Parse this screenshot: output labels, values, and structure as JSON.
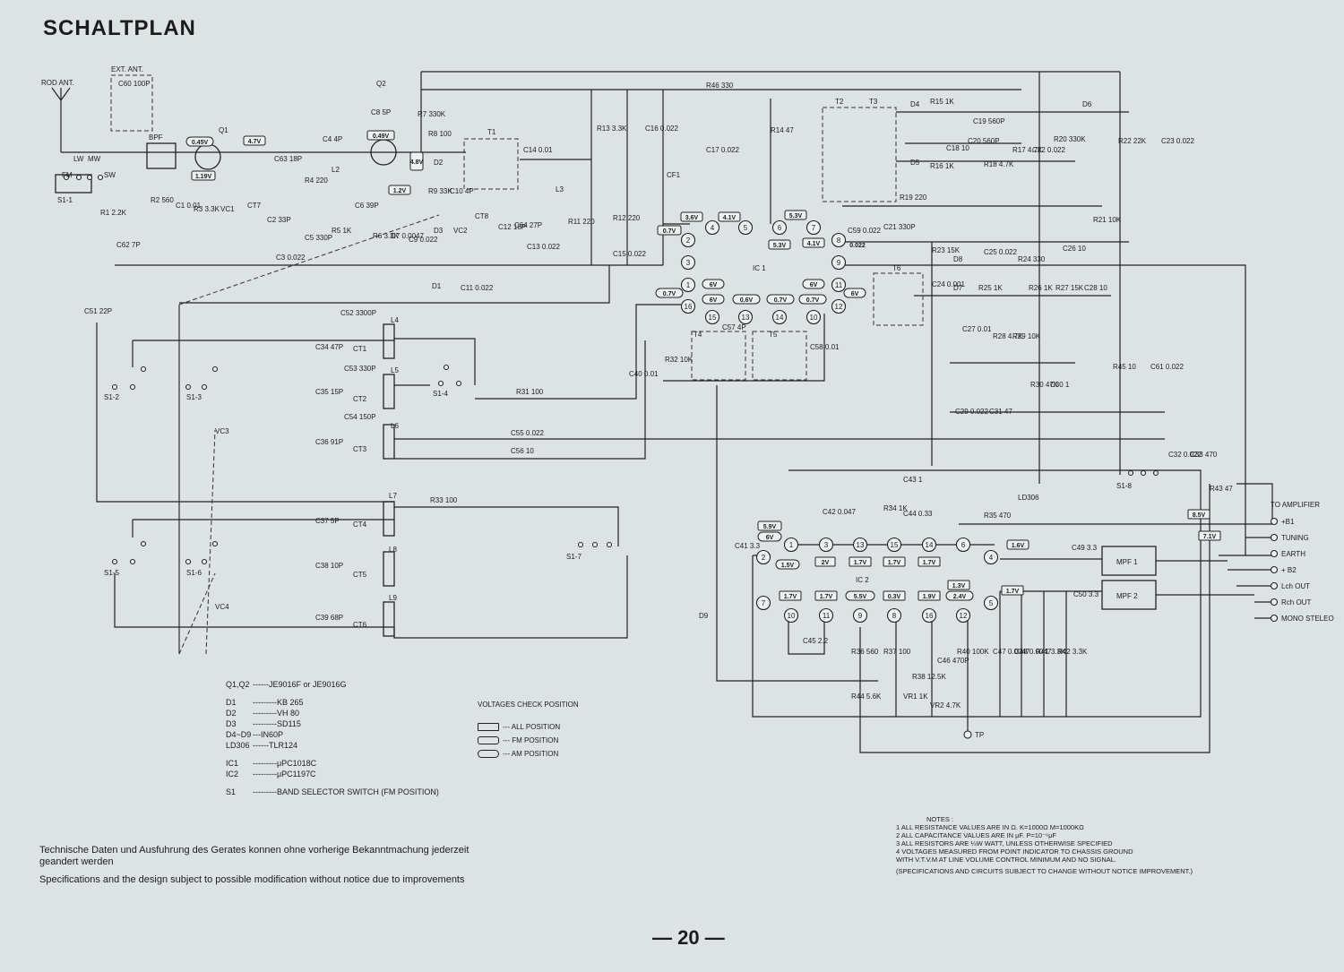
{
  "title": "SCHALTPLAN",
  "page_number": "— 20 —",
  "antenna": {
    "rod": "ROD ANT.",
    "ext": "EXT. ANT."
  },
  "ic_labels": {
    "ic1": "IC 1",
    "ic2": "IC 2"
  },
  "components": [
    "Q1",
    "Q2",
    "BPF",
    "C60 100P",
    "R1 2.2K",
    "C62 7P",
    "R2 560",
    "C1 0.01",
    "R3 3.3K",
    "VC1",
    "CT7",
    "C2 33P",
    "C63 18P",
    "C3 0.022",
    "C4 4P",
    "R4 220",
    "C5 330P",
    "L2",
    "R5 1K",
    "C6 39P",
    "C8 5P",
    "R6 3.3K",
    "C7 0.0047",
    "R7 330K",
    "R8 100",
    "R9 33K",
    "C10 4P",
    "C9 0.022",
    "D2",
    "D3",
    "VC2",
    "CT8",
    "C64 27P",
    "C13 0.022",
    "C12 18P",
    "T1",
    "C14 0.01",
    "L3",
    "R11 220",
    "D1",
    "C11 0.022",
    "R13 3.3K",
    "R12 220",
    "C15 0.022",
    "C16 0.022",
    "R46 330",
    "C17 0.022",
    "CF1",
    "R14 47",
    "T2",
    "T3",
    "D4",
    "R15 1K",
    "C19 560P",
    "C18 10",
    "C20 560P",
    "D5",
    "R16 1K",
    "R18 4.7K",
    "R17 4.7K",
    "C22 0.022",
    "R20 330K",
    "D6",
    "R22 22K",
    "C23 0.022",
    "R19 220",
    "C21 330P",
    "R21 10K",
    "C59 0.022",
    "R23 15K",
    "D8",
    "C25 0.022",
    "R24 330",
    "C26 10",
    "T6",
    "C24 0.001",
    "D7",
    "R25 1K",
    "R26 1K",
    "R27 15K",
    "C28 10",
    "C27 0.01",
    "R28 4.7K",
    "R29 10K",
    "R30 47K",
    "C30 1",
    "C29 0.022",
    "C31 47",
    "R45 10",
    "C61 0.022",
    "C32 0.022",
    "C33 470",
    "R43 47",
    "T4",
    "T5",
    "C57 4P",
    "C58 0.01",
    "R32 10K",
    "C40 0.01",
    "C51 22P",
    "C52 3300P",
    "L4",
    "C34 47P",
    "CT1",
    "C53 330P",
    "L5",
    "C35 15P",
    "CT2",
    "C54 150P",
    "L6",
    "C36 91P",
    "CT3",
    "VC3",
    "R31 100",
    "C55 0.022",
    "C56 10",
    "L7",
    "C37 5P",
    "CT4",
    "R33 100",
    "L8",
    "C38 10P",
    "CT5",
    "L9",
    "C39 68P",
    "CT6",
    "VC4",
    "D9",
    "C41 3.3",
    "C42 0.047",
    "C43 1",
    "R34 1K",
    "C44 0.33",
    "R35 470",
    "LD306",
    "C45 2.2",
    "R36 560",
    "R37 100",
    "R38 12.5K",
    "C46 470P",
    "R40 100K",
    "C47 0.0047",
    "C48 0.0047",
    "R41 3.3K",
    "R42 3.3K",
    "C49 3.3",
    "MPF 1",
    "C50 3.3",
    "MPF 2",
    "R44 5.6K",
    "VR1 1K",
    "VR2 4.7K",
    "TP"
  ],
  "switches": [
    "S1-1",
    "S1-2",
    "S1-3",
    "S1-4",
    "S1-5",
    "S1-6",
    "S1-7",
    "S1-8",
    "FM",
    "LW",
    "MW",
    "SW"
  ],
  "ic1_pins": [
    "1",
    "2",
    "3",
    "4",
    "5",
    "6",
    "7",
    "8",
    "9",
    "10",
    "11",
    "12",
    "13",
    "14",
    "15",
    "16"
  ],
  "ic2_pins": [
    "1",
    "2",
    "3",
    "4",
    "5",
    "6",
    "7",
    "8",
    "9",
    "10",
    "11",
    "12",
    "13",
    "14",
    "15",
    "16"
  ],
  "voltages": [
    "0.45V",
    "4.7V",
    "1.19V",
    "0.49V",
    "4.8V",
    "1.2V",
    "3.6V",
    "4.1V",
    "5.3V",
    "5.3V",
    "4.1V",
    "0.7V",
    "0.022",
    "6V",
    "0.7V",
    "6V",
    "0.6V",
    "0.7V",
    "0.7V",
    "6V",
    "6V",
    "5.9V",
    "6V",
    "1.5V",
    "2V",
    "1.7V",
    "1.7V",
    "1.7V",
    "1.6V",
    "1.7V",
    "1.7V",
    "5.5V",
    "0.3V",
    "1.9V",
    "1.3V",
    "2.4V",
    "1.7V",
    "8.5V",
    "7.1V"
  ],
  "outputs": {
    "heading": "TO AMPLIFIER",
    "labels": [
      "+B1",
      "TUNING",
      "EARTH",
      "+ B2",
      "Lch OUT",
      "Rch OUT",
      "MONO STELEO"
    ]
  },
  "legend": [
    {
      "k": "Q1,Q2",
      "v": "------JE9016F or JE9016G"
    },
    {
      "k": "D1",
      "v": "---------KB 265"
    },
    {
      "k": "D2",
      "v": "---------VH 80"
    },
    {
      "k": "D3",
      "v": "---------SD115"
    },
    {
      "k": "D4~D9",
      "v": "---IN60P"
    },
    {
      "k": "LD306",
      "v": "------TLR124"
    },
    {
      "k": "IC1",
      "v": "---------μPC1018C"
    },
    {
      "k": "IC2",
      "v": "---------μPC1197C"
    },
    {
      "k": "S1",
      "v": "---------BAND SELECTOR SWITCH (FM POSITION)"
    }
  ],
  "voltage_check": {
    "title": "VOLTAGES CHECK POSITION",
    "rows": [
      "---  ALL  POSITION",
      "---  FM  POSITION",
      "---  AM  POSITION"
    ]
  },
  "notes": {
    "title": "NOTES :",
    "lines": [
      "1  ALL RESISTANCE VALUES ARE IN  Ω.  K=1000Ω  M=1000KΩ",
      "2  ALL CAPACITANCE VALUES ARE IN  μF.  P=10⁻⁶μF",
      "3  ALL RESISTORS ARE ¼W WATT, UNLESS OTHERWISE SPECIFIED",
      "4  VOLTAGES MEASURED FROM POINT INDICATOR TO CHASSIS GROUND",
      "   WITH V.T.V.M AT LINE VOLUME CONTROL MINIMUM AND NO SIGNAL."
    ],
    "footer": "(SPECIFICATIONS AND CIRCUITS SUBJECT TO CHANGE WITHOUT NOTICE IMPROVEMENT.)"
  },
  "disclaimer_de": "Technische Daten und Ausfuhrung des Gerates konnen ohne vorherige Bekanntmachung jederzeit geandert werden",
  "disclaimer_en": "Specifications and the design subject to possible modification without notice due to improvements"
}
